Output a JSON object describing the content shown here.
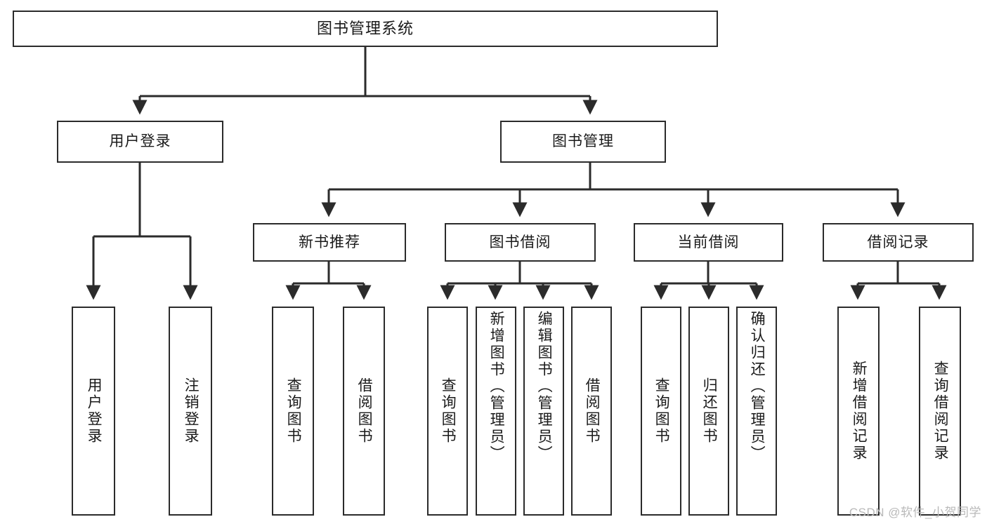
{
  "diagram": {
    "title": "图书管理系统",
    "watermark": "CSDN @软件_小贺同学",
    "stroke_color": "#2b2b2b",
    "background_color": "#ffffff",
    "text_color": "#1a1a1a",
    "watermark_color": "#b9b9b9",
    "root": {
      "label": "图书管理系统"
    },
    "level2": [
      {
        "label": "用户登录"
      },
      {
        "label": "图书管理"
      }
    ],
    "level3": [
      {
        "label": "新书推荐"
      },
      {
        "label": "图书借阅"
      },
      {
        "label": "当前借阅"
      },
      {
        "label": "借阅记录"
      }
    ],
    "leaves": {
      "user_login": [
        {
          "label": "用户登录"
        },
        {
          "label": "注销登录"
        }
      ],
      "new_book": [
        {
          "label": "查询图书"
        },
        {
          "label": "借阅图书"
        }
      ],
      "book_borrow": [
        {
          "label": "查询图书"
        },
        {
          "label": "新增图书（管理员）"
        },
        {
          "label": "编辑图书（管理员）"
        },
        {
          "label": "借阅图书"
        }
      ],
      "current_borrow": [
        {
          "label": "查询图书"
        },
        {
          "label": "归还图书"
        },
        {
          "label": "确认归还（管理员）"
        }
      ],
      "borrow_record": [
        {
          "label": "新增借阅记录"
        },
        {
          "label": "查询借阅记录"
        }
      ]
    }
  }
}
